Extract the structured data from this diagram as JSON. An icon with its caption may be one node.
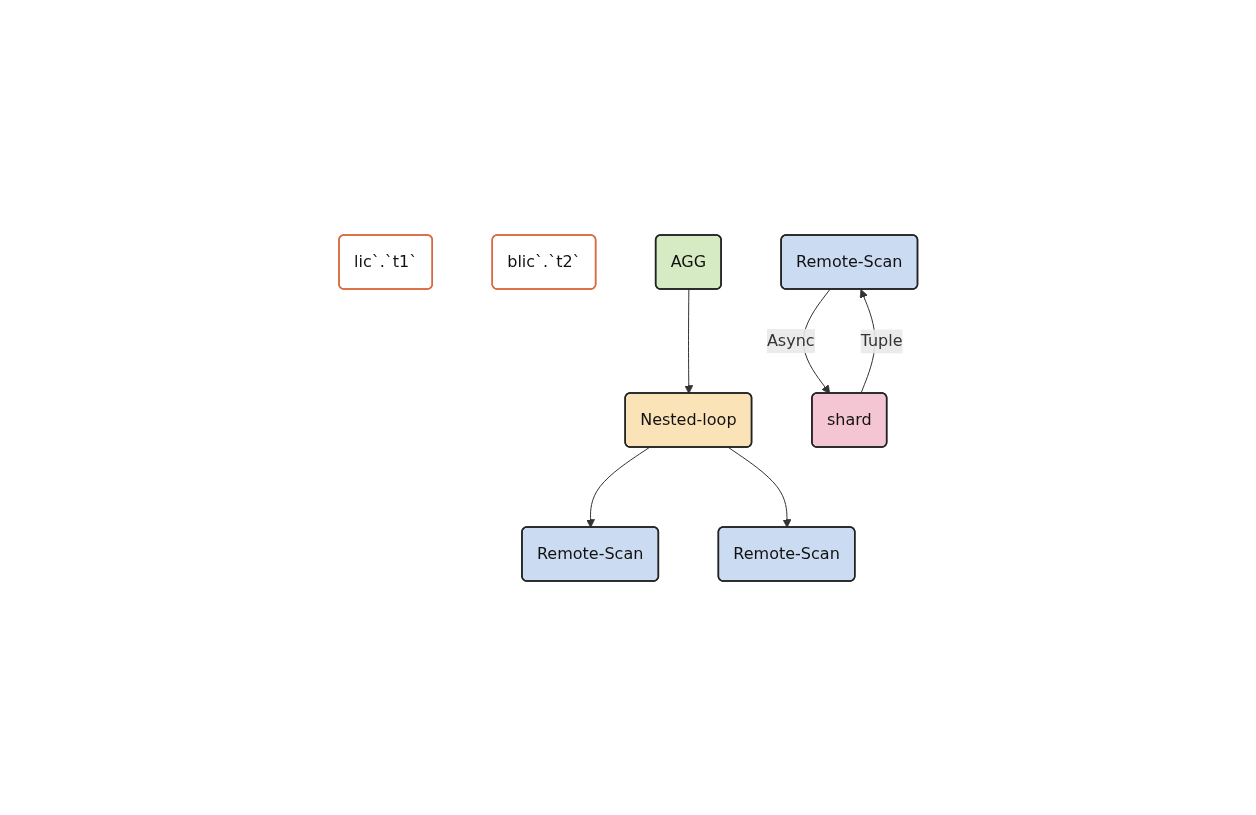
{
  "diagram": {
    "nodes": [
      {
        "text": [
          "lic`.`t1`"
        ]
      },
      {
        "text": [
          "blic`.`t2`"
        ]
      },
      {
        "text": [
          "AGG"
        ]
      },
      {
        "text": [
          "Remote-Scan"
        ]
      },
      {
        "text": [
          "Nested-loop"
        ]
      },
      {
        "text": [
          "shard"
        ]
      },
      {
        "text": [
          "Remote-Scan"
        ]
      },
      {
        "text": [
          "Remote-Scan"
        ]
      }
    ],
    "edges": [
      {
        "from": 2,
        "to": 4,
        "arrow": "to"
      },
      {
        "from": 4,
        "to": 6,
        "arrow": "to"
      },
      {
        "from": 4,
        "to": 7,
        "arrow": "to"
      },
      {
        "from": 3,
        "to": 5,
        "label": "Async",
        "arrow": "to"
      },
      {
        "from": 5,
        "to": 3,
        "label": "Tuple",
        "arrow": "to"
      }
    ]
  }
}
